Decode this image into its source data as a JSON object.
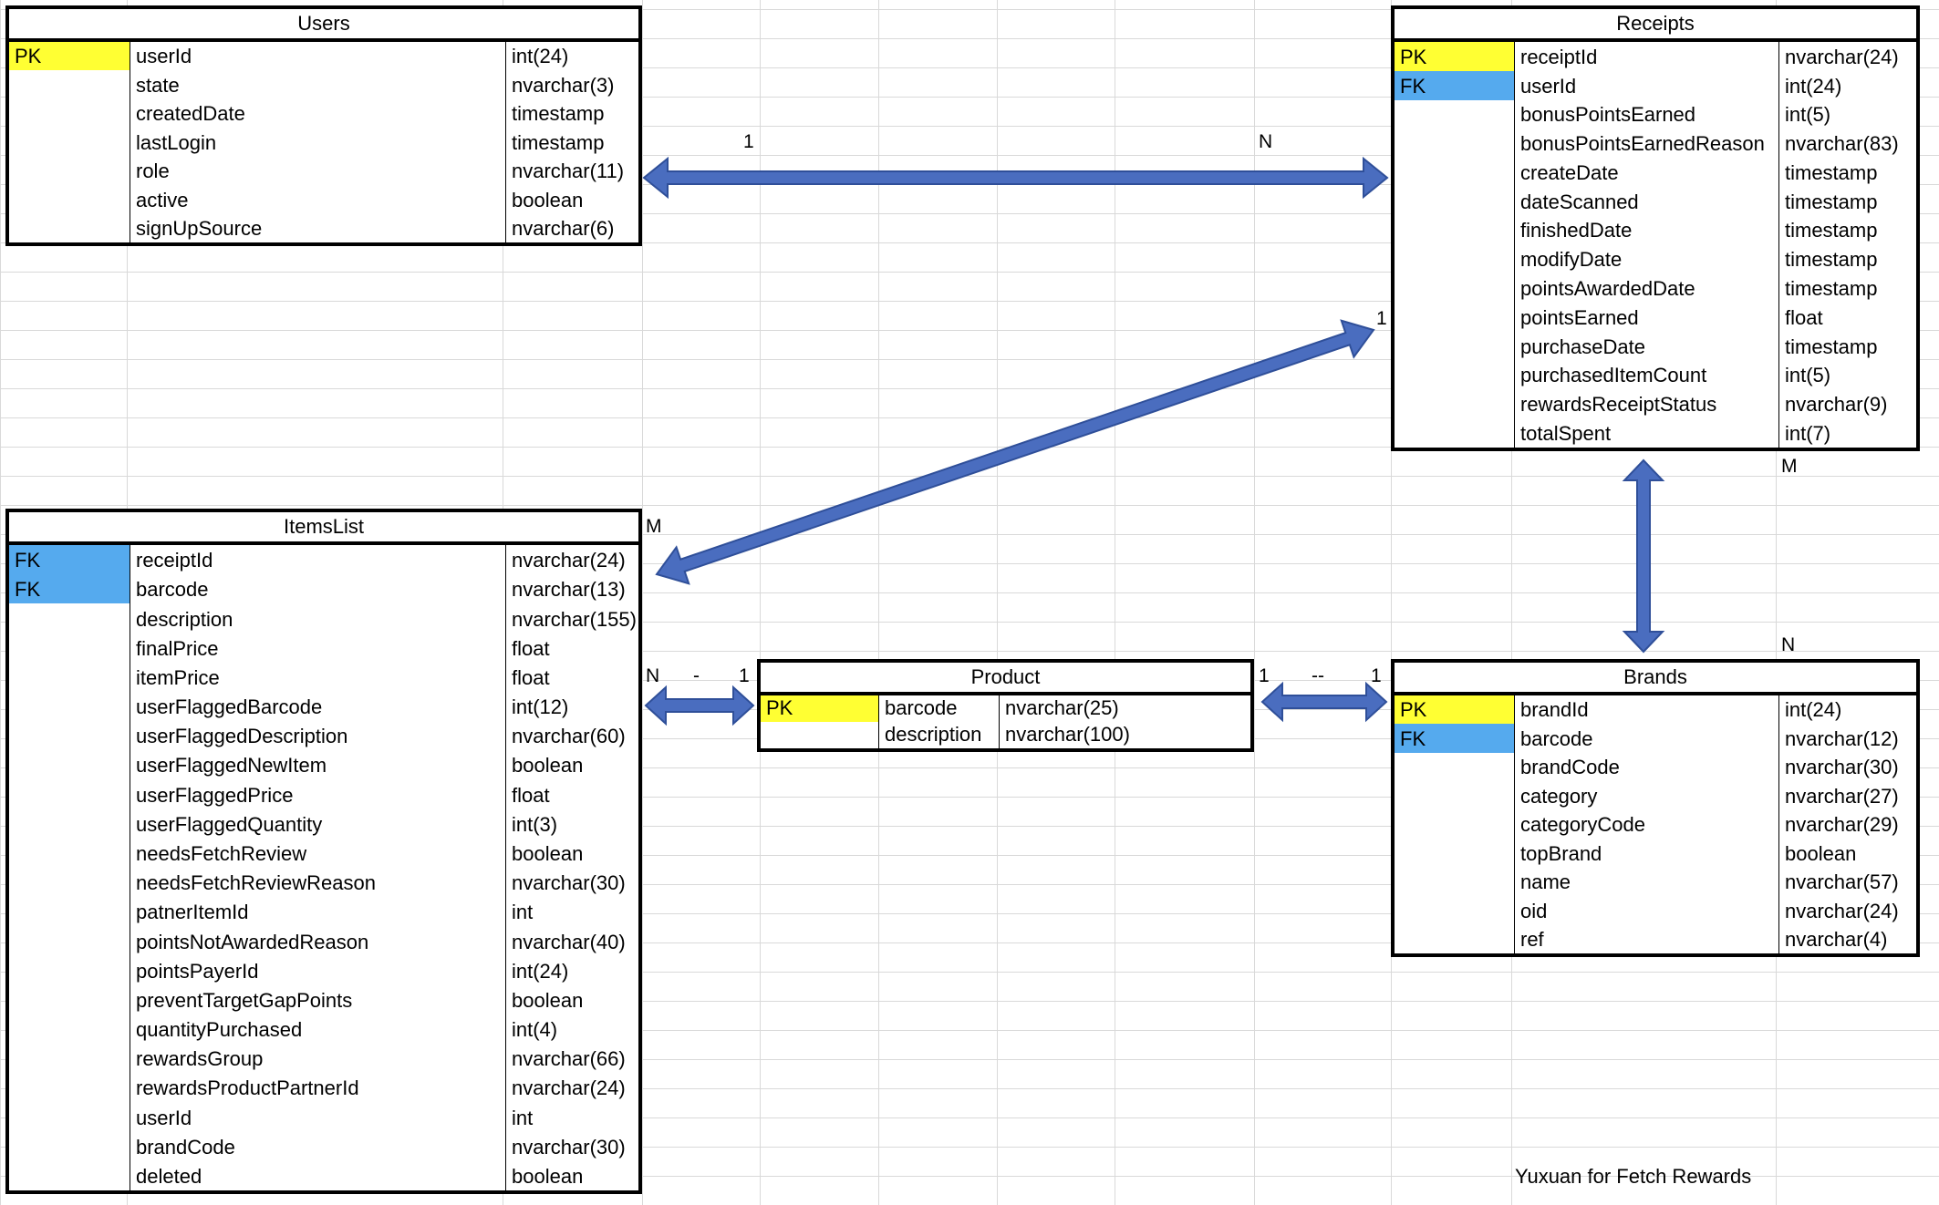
{
  "tables": {
    "users": {
      "title": "Users",
      "rows": [
        {
          "key": "PK",
          "field": "userId",
          "type": "int(24)"
        },
        {
          "key": "",
          "field": "state",
          "type": "nvarchar(3)"
        },
        {
          "key": "",
          "field": "createdDate",
          "type": "timestamp"
        },
        {
          "key": "",
          "field": "lastLogin",
          "type": "timestamp"
        },
        {
          "key": "",
          "field": "role",
          "type": "nvarchar(11)"
        },
        {
          "key": "",
          "field": "active",
          "type": "boolean"
        },
        {
          "key": "",
          "field": "signUpSource",
          "type": "nvarchar(6)"
        }
      ]
    },
    "receipts": {
      "title": "Receipts",
      "rows": [
        {
          "key": "PK",
          "field": "receiptId",
          "type": "nvarchar(24)"
        },
        {
          "key": "FK",
          "field": "userId",
          "type": "int(24)"
        },
        {
          "key": "",
          "field": "bonusPointsEarned",
          "type": "int(5)"
        },
        {
          "key": "",
          "field": "bonusPointsEarnedReason",
          "type": "nvarchar(83)"
        },
        {
          "key": "",
          "field": "createDate",
          "type": "timestamp"
        },
        {
          "key": "",
          "field": "dateScanned",
          "type": "timestamp"
        },
        {
          "key": "",
          "field": "finishedDate",
          "type": "timestamp"
        },
        {
          "key": "",
          "field": "modifyDate",
          "type": "timestamp"
        },
        {
          "key": "",
          "field": "pointsAwardedDate",
          "type": "timestamp"
        },
        {
          "key": "",
          "field": "pointsEarned",
          "type": "float"
        },
        {
          "key": "",
          "field": "purchaseDate",
          "type": "timestamp"
        },
        {
          "key": "",
          "field": "purchasedItemCount",
          "type": "int(5)"
        },
        {
          "key": "",
          "field": "rewardsReceiptStatus",
          "type": "nvarchar(9)"
        },
        {
          "key": "",
          "field": "totalSpent",
          "type": "int(7)"
        }
      ]
    },
    "itemslist": {
      "title": "ItemsList",
      "rows": [
        {
          "key": "FK",
          "field": "receiptId",
          "type": "nvarchar(24)"
        },
        {
          "key": "FK",
          "field": "barcode",
          "type": "nvarchar(13)"
        },
        {
          "key": "",
          "field": "description",
          "type": "nvarchar(155)"
        },
        {
          "key": "",
          "field": "finalPrice",
          "type": "float"
        },
        {
          "key": "",
          "field": "itemPrice",
          "type": "float"
        },
        {
          "key": "",
          "field": "userFlaggedBarcode",
          "type": "int(12)"
        },
        {
          "key": "",
          "field": "userFlaggedDescription",
          "type": "nvarchar(60)"
        },
        {
          "key": "",
          "field": "userFlaggedNewItem",
          "type": "boolean"
        },
        {
          "key": "",
          "field": "userFlaggedPrice",
          "type": "float"
        },
        {
          "key": "",
          "field": "userFlaggedQuantity",
          "type": "int(3)"
        },
        {
          "key": "",
          "field": "needsFetchReview",
          "type": "boolean"
        },
        {
          "key": "",
          "field": "needsFetchReviewReason",
          "type": "nvarchar(30)"
        },
        {
          "key": "",
          "field": "patnerItemId",
          "type": "int"
        },
        {
          "key": "",
          "field": "pointsNotAwardedReason",
          "type": "nvarchar(40)"
        },
        {
          "key": "",
          "field": "pointsPayerId",
          "type": "int(24)"
        },
        {
          "key": "",
          "field": "preventTargetGapPoints",
          "type": "boolean"
        },
        {
          "key": "",
          "field": "quantityPurchased",
          "type": "int(4)"
        },
        {
          "key": "",
          "field": "rewardsGroup",
          "type": "nvarchar(66)"
        },
        {
          "key": "",
          "field": "rewardsProductPartnerId",
          "type": "nvarchar(24)"
        },
        {
          "key": "",
          "field": "userId",
          "type": "int"
        },
        {
          "key": "",
          "field": "brandCode",
          "type": "nvarchar(30)"
        },
        {
          "key": "",
          "field": "deleted",
          "type": "boolean"
        }
      ]
    },
    "product": {
      "title": "Product",
      "rows": [
        {
          "key": "PK",
          "field": "barcode",
          "type": "nvarchar(25)"
        },
        {
          "key": "",
          "field": "description",
          "type": "nvarchar(100)"
        }
      ]
    },
    "brands": {
      "title": "Brands",
      "rows": [
        {
          "key": "PK",
          "field": "brandId",
          "type": "int(24)"
        },
        {
          "key": "FK",
          "field": "barcode",
          "type": "nvarchar(12)"
        },
        {
          "key": "",
          "field": "brandCode",
          "type": "nvarchar(30)"
        },
        {
          "key": "",
          "field": "category",
          "type": "nvarchar(27)"
        },
        {
          "key": "",
          "field": "categoryCode",
          "type": "nvarchar(29)"
        },
        {
          "key": "",
          "field": "topBrand",
          "type": "boolean"
        },
        {
          "key": "",
          "field": "name",
          "type": "nvarchar(57)"
        },
        {
          "key": "",
          "field": "oid",
          "type": "nvarchar(24)"
        },
        {
          "key": "",
          "field": "ref",
          "type": "nvarchar(4)"
        }
      ]
    }
  },
  "cardinality": {
    "users_receipts_left": "1",
    "users_receipts_right": "N",
    "items_receipts_receipt_end": "1",
    "items_receipts_items_end": "M",
    "receipts_brands_top": "M",
    "receipts_brands_bottom": "N",
    "items_product_n": "N",
    "items_product_dash": "-",
    "items_product_one": "1",
    "product_brands_one_left": "1",
    "product_brands_dash": "--",
    "product_brands_one_right": "1"
  },
  "credit": "Yuxuan for Fetch Rewards",
  "colors": {
    "pk": "#ffff33",
    "fk": "#55aaee",
    "arrow": "#4a6dbf",
    "arrow_stroke": "#2f4f99",
    "gridline": "#d9d9d9"
  }
}
